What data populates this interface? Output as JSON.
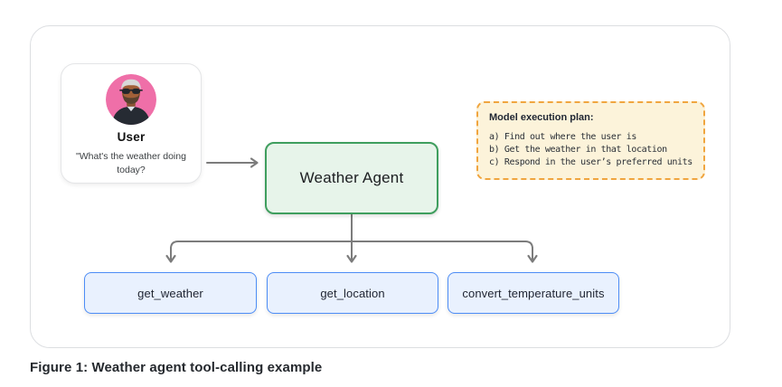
{
  "figure": {
    "caption": "Figure 1: Weather agent tool-calling example"
  },
  "user_card": {
    "name": "User",
    "quote": "\"What's the weather doing today?",
    "avatar": "user-avatar-with-sunglasses"
  },
  "agent": {
    "label": "Weather Agent"
  },
  "plan": {
    "title": "Model execution plan:",
    "steps": [
      "a) Find out where the user is",
      "b) Get the weather in that location",
      "c) Respond in the user’s preferred units"
    ]
  },
  "tools": [
    {
      "label": "get_weather"
    },
    {
      "label": "get_location"
    },
    {
      "label": "convert_temperature_units"
    }
  ],
  "colors": {
    "agent_border": "#3f9e5e",
    "agent_bg": "#e7f4ea",
    "tool_border": "#4d8df6",
    "tool_bg": "#e9f1fe",
    "plan_border": "#f0a53f",
    "plan_bg": "#fcf3da",
    "arrow": "#7c7c7c",
    "avatar_bg": "#ef6fa8",
    "frame_border": "#dcdee1"
  }
}
